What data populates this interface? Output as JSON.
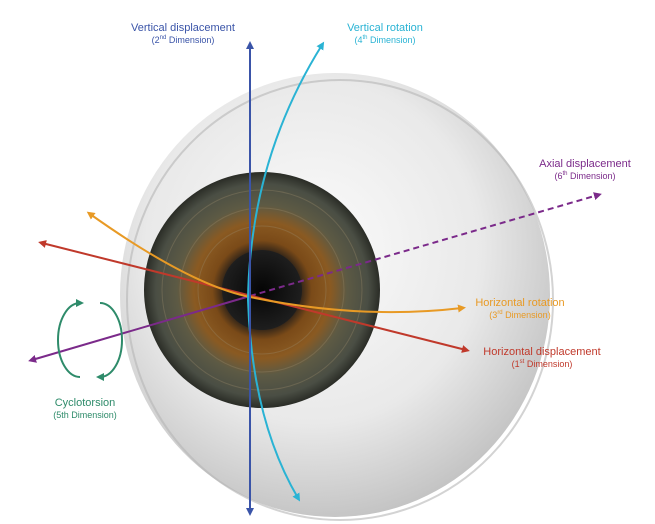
{
  "labels": {
    "vertical_displacement": {
      "title": "Vertical displacement",
      "ordinal": "2",
      "ordinal_suffix": "nd",
      "dimension": "Dimension"
    },
    "vertical_rotation": {
      "title": "Vertical rotation",
      "ordinal": "4",
      "ordinal_suffix": "th",
      "dimension": "Dimension"
    },
    "axial_displacement": {
      "title": "Axial displacement",
      "ordinal": "6",
      "ordinal_suffix": "th",
      "dimension": "Dimension"
    },
    "horizontal_rotation": {
      "title": "Horizontal rotation",
      "ordinal": "3",
      "ordinal_suffix": "rd",
      "dimension": "Dimension"
    },
    "horizontal_displacement": {
      "title": "Horizontal displacement",
      "ordinal": "1",
      "ordinal_suffix": "st",
      "dimension": "Dimension"
    },
    "cyclotorsion": {
      "title": "Cyclotorsion",
      "dimension_text": "(5th Dimension)"
    }
  },
  "colors": {
    "vertical_displacement": "#3a54a8",
    "vertical_rotation": "#2ab3d4",
    "axial_displacement": "#7b2a8a",
    "horizontal_rotation": "#e89a25",
    "horizontal_displacement": "#c0392b",
    "cyclotorsion": "#2e8b6a",
    "sclera": "#eeeeee",
    "iris": "#4a4f46",
    "pupil": "#141414"
  }
}
